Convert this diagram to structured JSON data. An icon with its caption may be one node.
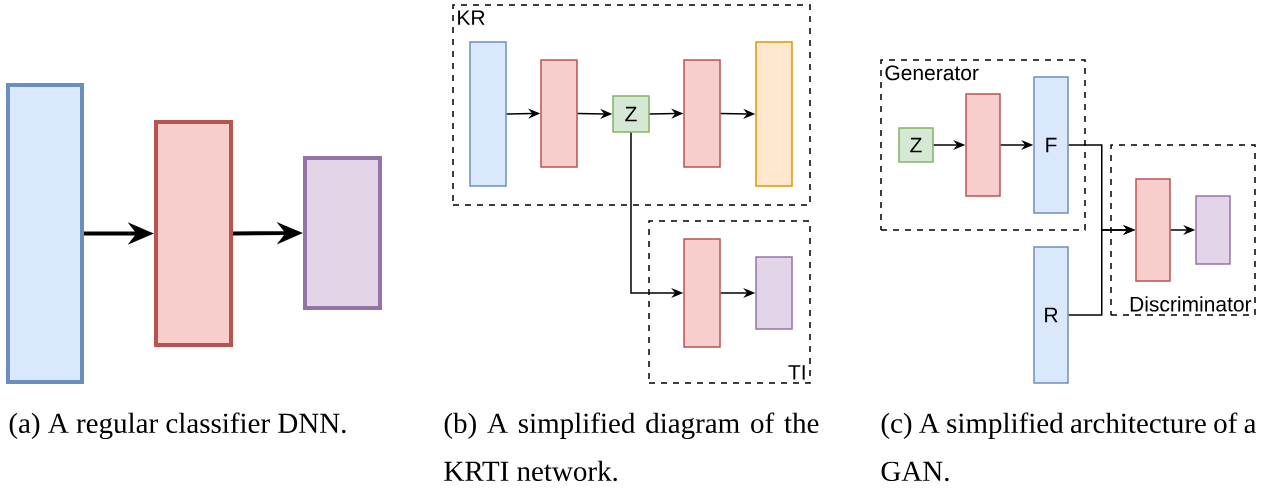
{
  "diagram": {
    "nodes": [
      {
        "text": [],
        "shape": "box"
      },
      {
        "text": [],
        "shape": "box"
      },
      {
        "text": [],
        "shape": "box"
      },
      {
        "text": [
          "KR"
        ]
      },
      {
        "text": [],
        "shape": "box",
        "in": 3
      },
      {
        "text": [],
        "shape": "box",
        "in": 3
      },
      {
        "text": [
          "Z"
        ],
        "in": 3
      },
      {
        "text": [],
        "shape": "box",
        "in": 3
      },
      {
        "text": [],
        "shape": "box",
        "in": 3
      },
      {
        "text": [
          "TI"
        ]
      },
      {
        "text": [],
        "shape": "box",
        "in": 9
      },
      {
        "text": [],
        "shape": "box",
        "in": 9
      },
      {
        "text": [
          "Generator"
        ]
      },
      {
        "text": [
          "Z"
        ],
        "in": 12
      },
      {
        "text": [],
        "shape": "box",
        "in": 12
      },
      {
        "text": [
          "F"
        ],
        "in": 12
      },
      {
        "text": [
          "Discriminator"
        ]
      },
      {
        "text": [],
        "shape": "box",
        "in": 16
      },
      {
        "text": [],
        "shape": "box",
        "in": 16
      },
      {
        "text": [
          "R"
        ]
      }
    ],
    "edges": [
      {
        "from": 0,
        "to": 1,
        "arrow": "to",
        "style": "thick"
      },
      {
        "from": 1,
        "to": 2,
        "arrow": "to",
        "style": "thick"
      },
      {
        "from": 4,
        "to": 5,
        "arrow": "to"
      },
      {
        "from": 5,
        "to": 6,
        "arrow": "to"
      },
      {
        "from": 6,
        "to": 7,
        "arrow": "to"
      },
      {
        "from": 7,
        "to": 8,
        "arrow": "to"
      },
      {
        "from": 6,
        "to": 10,
        "arrow": "to"
      },
      {
        "from": 10,
        "to": 11,
        "arrow": "to"
      },
      {
        "from": 13,
        "to": 14,
        "arrow": "to"
      },
      {
        "from": 14,
        "to": 15,
        "arrow": "to"
      },
      {
        "from": 15,
        "to": 17,
        "arrow": "to"
      },
      {
        "from": 19,
        "to": 17,
        "arrow": "to"
      },
      {
        "from": 17,
        "to": 18,
        "arrow": "to"
      }
    ],
    "labels": [
      "(a) A regular classifier DNN.",
      "(b) A simplified diagram of the KRTI network.",
      "(c) A simplified architecture of a GAN."
    ]
  }
}
